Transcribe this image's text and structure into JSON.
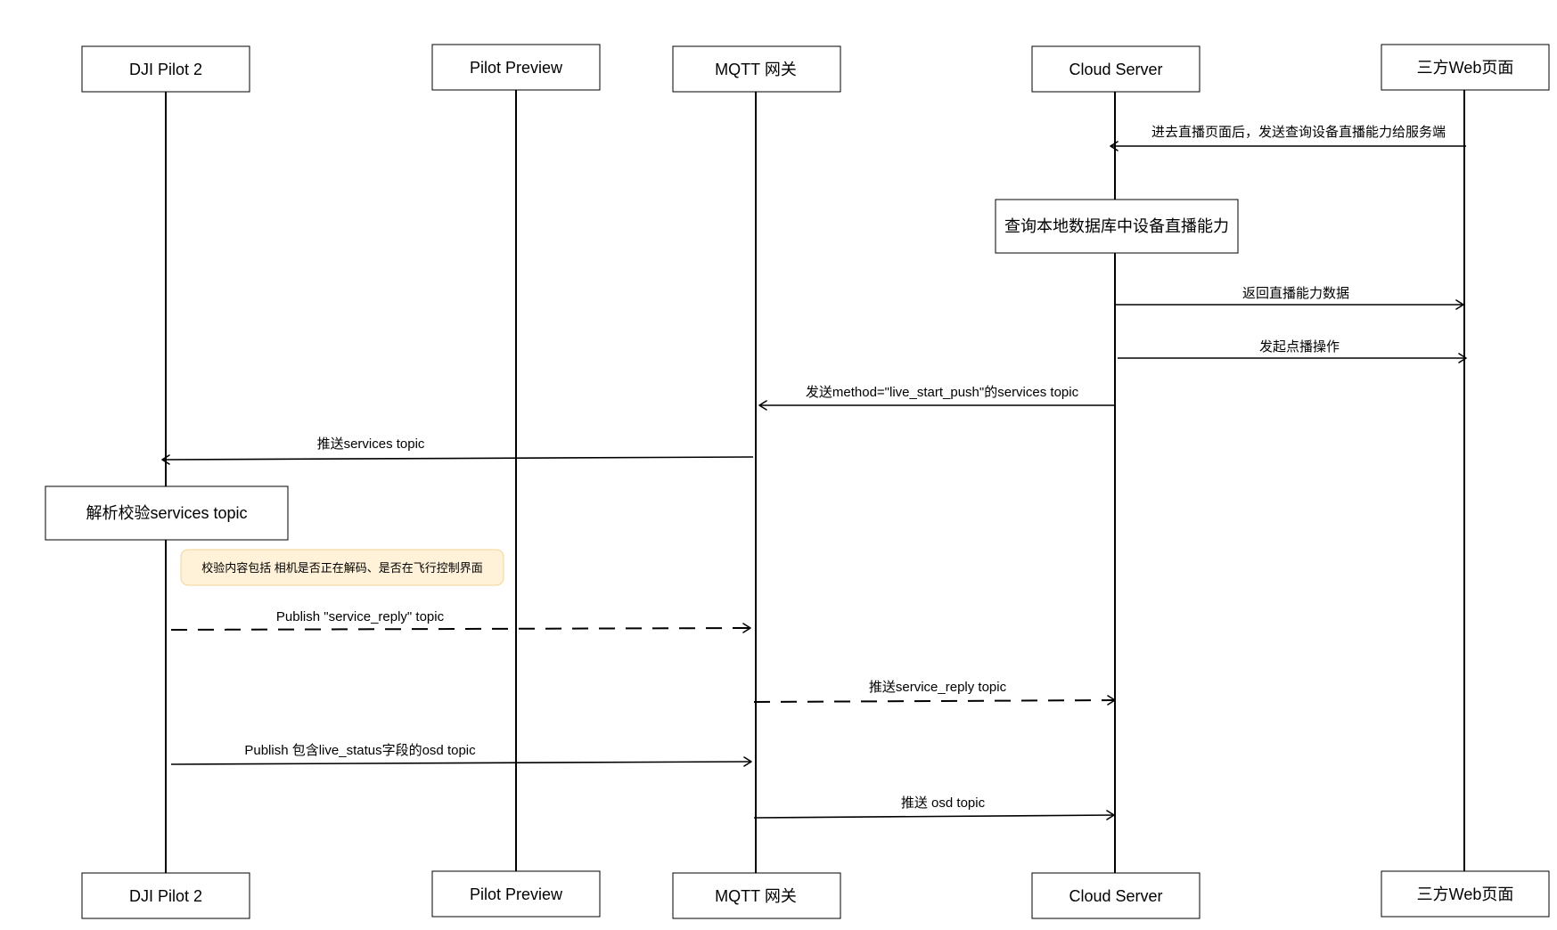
{
  "actors": [
    {
      "id": "pilot",
      "label": "DJI Pilot 2"
    },
    {
      "id": "preview",
      "label": "Pilot Preview"
    },
    {
      "id": "mqtt",
      "label": "MQTT 网关"
    },
    {
      "id": "cloud",
      "label": "Cloud Server"
    },
    {
      "id": "web",
      "label": "三方Web页面"
    }
  ],
  "messages": [
    {
      "id": "m1",
      "from": "web",
      "to": "cloud",
      "label": "进去直播页面后，发送查询设备直播能力给服务端",
      "style": "solid"
    },
    {
      "id": "m2",
      "from": "cloud",
      "to": "web",
      "label": "返回直播能力数据",
      "style": "solid"
    },
    {
      "id": "m3",
      "from": "cloud",
      "to": "web",
      "label": "发起点播操作",
      "style": "solid"
    },
    {
      "id": "m4",
      "from": "cloud",
      "to": "mqtt",
      "label": "发送method=\"live_start_push\"的services topic",
      "style": "solid"
    },
    {
      "id": "m5",
      "from": "mqtt",
      "to": "pilot",
      "label": "推送services topic",
      "style": "solid"
    },
    {
      "id": "m6",
      "from": "pilot",
      "to": "mqtt",
      "label": "Publish \"service_reply\" topic",
      "style": "dashed"
    },
    {
      "id": "m7",
      "from": "mqtt",
      "to": "cloud",
      "label": "推送service_reply topic",
      "style": "dashed"
    },
    {
      "id": "m8",
      "from": "pilot",
      "to": "mqtt",
      "label": "Publish 包含live_status字段的osd topic",
      "style": "solid"
    },
    {
      "id": "m9",
      "from": "mqtt",
      "to": "cloud",
      "label": "推送 osd topic",
      "style": "solid"
    }
  ],
  "activities": [
    {
      "id": "a1",
      "actor": "cloud",
      "label": "查询本地数据库中设备直播能力"
    },
    {
      "id": "a2",
      "actor": "pilot",
      "label": "解析校验services topic"
    }
  ],
  "notes": [
    {
      "id": "n1",
      "label": "校验内容包括 相机是否正在解码、是否在飞行控制界面"
    }
  ]
}
